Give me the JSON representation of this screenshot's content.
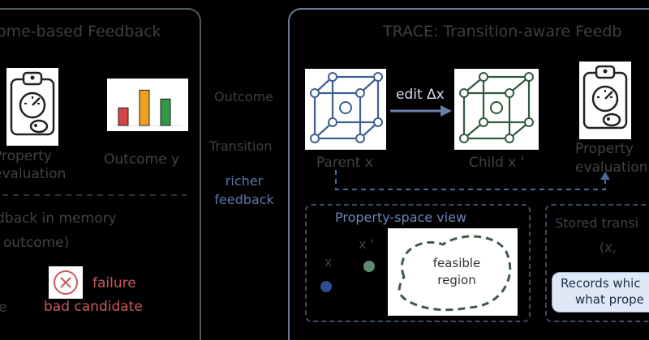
{
  "left": {
    "title": "ome-based Feedback",
    "property_line1": "Property",
    "property_line2": "evaluation",
    "outcome_label": "Outcome y",
    "memory_line1": "dback in memory",
    "memory_line2": "outcome)",
    "failure_label": "failure",
    "bad_candidate_label": "bad candidate",
    "cut_letter": "e"
  },
  "middle": {
    "outcome": "Outcome",
    "transition": "Transition",
    "richer_line1": "richer",
    "richer_line2": "feedback"
  },
  "right": {
    "title": "TRACE: Transition-aware Feedb",
    "edit_label": "edit  Δx",
    "parent_label": "Parent x",
    "child_label": "Child x '",
    "property_line1": "Property",
    "property_line2": "evaluation",
    "property_space_title": "Property-space view",
    "x_label": "x",
    "xprime_label": "x '",
    "feasible_line1": "feasible",
    "feasible_line2": "region",
    "stored_line1": "Stored transi",
    "stored_line2": "(x,",
    "records_line1": "Records whic",
    "records_line2": "what prope"
  },
  "chart_data": {
    "type": "bar",
    "categories": [
      "",
      "",
      ""
    ],
    "values": [
      2,
      4,
      3
    ],
    "colors": [
      "#d64545",
      "#f0a020",
      "#2f9a43"
    ],
    "ylim": [
      0,
      4.4
    ]
  },
  "colors": {
    "left_border": "#4f5a4f",
    "right_border": "#6a7a94",
    "blue_text": "#5a76a8",
    "failure_red": "#c75a5a",
    "parent_cube": "#3f5f92",
    "child_cube": "#2f5a3d",
    "point_x": "#2c4d8f",
    "point_xprime": "#5f8a6c",
    "feasible_outline": "#3f5a45"
  }
}
